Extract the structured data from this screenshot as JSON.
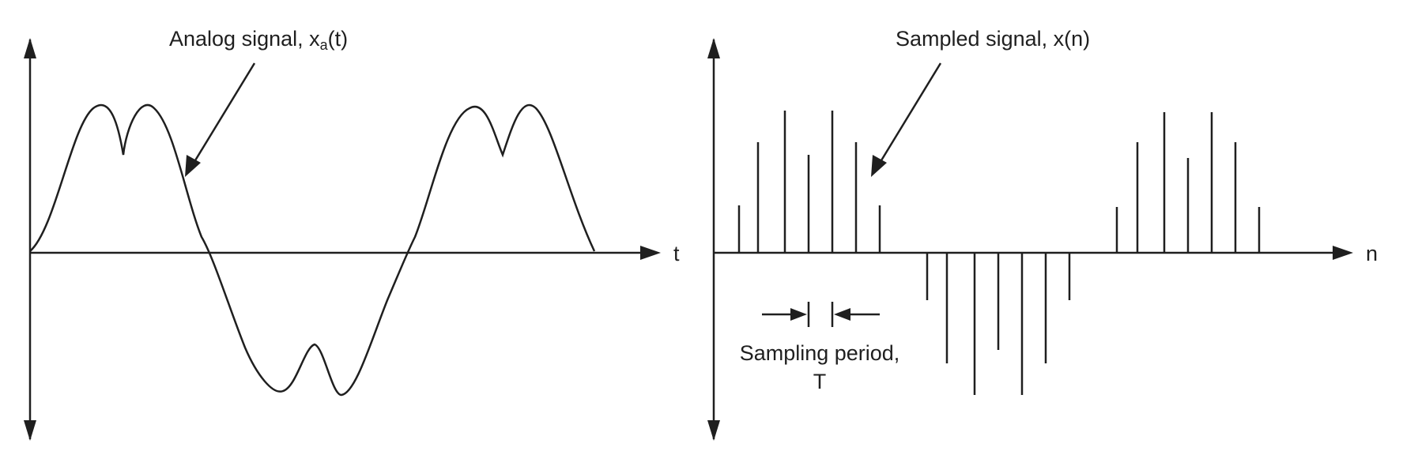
{
  "analog_panel": {
    "label": "Analog signal, x",
    "label_subscript": "a",
    "label_suffix": "(t)",
    "x_axis_label": "t"
  },
  "sampled_panel": {
    "label": "Sampled signal, x(n)",
    "x_axis_label": "n",
    "sampling_period_label_line1": "Sampling period,",
    "sampling_period_label_line2": "T"
  },
  "colors": {
    "ink": "#1f1f1f",
    "background": "#ffffff"
  }
}
